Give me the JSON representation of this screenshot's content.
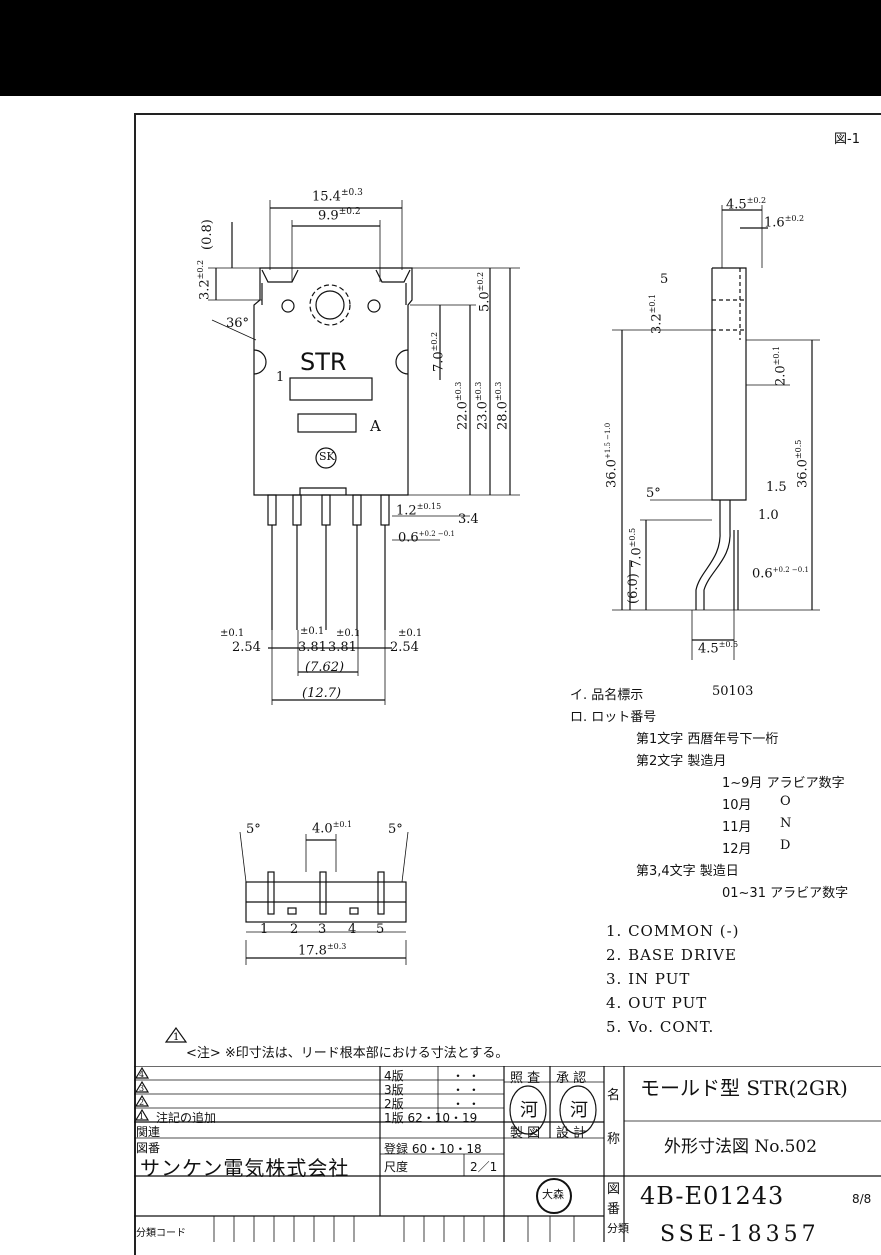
{
  "figure_label": "図-1",
  "front_view": {
    "marking": "STR",
    "mark_a": "A",
    "logo": "SK",
    "pin_one": "1",
    "dims": {
      "width_total": "15.4",
      "width_total_tol": "±0.3",
      "width_inner": "9.9",
      "width_inner_tol": "±0.2",
      "top_08": "(0.8)",
      "top_32": "3.2",
      "top_32_tol": "±0.2",
      "angle": "36°",
      "h_70": "7.0",
      "h_70_tol": "±0.2",
      "h_50": "5.0",
      "h_50_tol": "±0.2",
      "h_220": "22.0",
      "h_220_tol": "±0.3",
      "h_230": "23.0",
      "h_230_tol": "±0.3",
      "h_280": "28.0",
      "h_280_tol": "±0.3",
      "lead_12": "1.2",
      "lead_12_tol": "±0.15",
      "lead_34": "3.4",
      "lead_06": "0.6",
      "lead_06_tol": "+0.2 −0.1",
      "pitch_tol": "±0.1",
      "pitch_254": "2.54",
      "pitch_381": "3.81",
      "pitch_762": "(7.62)",
      "pitch_127": "(12.7)"
    }
  },
  "side_view": {
    "dims": {
      "w_45": "4.5",
      "w_45_tol": "±0.2",
      "w_16": "1.6",
      "w_16_tol": "±0.2",
      "d_5": "5",
      "d_32": "3.2",
      "d_32_tol": "±0.1",
      "d_20": "2.0",
      "d_20_tol": "±0.1",
      "h_360_l": "36.0",
      "h_360_l_tol": "+1.5 −1.0",
      "h_360_r": "36.0",
      "h_360_r_tol": "±0.5",
      "angle_5": "5°",
      "d_15": "1.5",
      "d_10": "1.0",
      "h_70": "7.0",
      "h_70_tol": "±0.5",
      "h_60": "(6.0)",
      "t_06": "0.6",
      "t_06_tol": "+0.2 −0.1",
      "b_45": "4.5",
      "b_45_tol": "±0.5"
    }
  },
  "bottom_view": {
    "angle_left": "5°",
    "angle_right": "5°",
    "pitch": "4.0",
    "pitch_tol": "±0.1",
    "width": "17.8",
    "width_tol": "±0.3",
    "pins": [
      "1",
      "2",
      "3",
      "4",
      "5"
    ]
  },
  "notes": {
    "item_i": "イ. 品名標示",
    "item_i_value": "50103",
    "item_ro": "ロ. ロット番号",
    "char1": "第1文字  西暦年号下一桁",
    "char2": "第2文字  製造月",
    "months_1_9": "1~9月  アラビア数字",
    "m10": "10月",
    "m10_code": "O",
    "m11": "11月",
    "m11_code": "N",
    "m12": "12月",
    "m12_code": "D",
    "char34": "第3,4文字  製造日",
    "days": "01~31  アラビア数字"
  },
  "pin_list": [
    "1. COMMON (-)",
    "2. BASE DRIVE",
    "3. IN PUT",
    "4. OUT PUT",
    "5. Vo. CONT."
  ],
  "footnote": "<注> ※印寸法は、リード根本部における寸法とする。",
  "title_block": {
    "rev4": "4",
    "rev3": "3",
    "rev2": "2",
    "rev1": "1",
    "rev1_note": "注記の追加",
    "ed4": "4版",
    "ed3": "3版",
    "ed2": "2版",
    "ed1": "1版  62・10・19",
    "ditto": "・  ・",
    "shosa": "照 査",
    "shonin": "承 認",
    "seizu": "製 図",
    "sekkei": "設 計",
    "kanren": "関連",
    "zuban_label": "図番",
    "company": "サンケン電気株式会社",
    "registered": "登録 60・10・18",
    "scale_label": "尺度",
    "scale": "2／1",
    "stamp_a": "河",
    "stamp_b": "河",
    "stamp_c": "大森",
    "name_label_1": "名",
    "name_label_2": "称",
    "zu_label_1": "図",
    "zu_label_2": "番",
    "bun_label": "分類",
    "product": "モールド型  STR(2GR)",
    "drawing_title": "外形寸法図    No.502",
    "drawing_no": "4B-E01243",
    "sheet": "8/8",
    "class_code_label": "分類コード",
    "bottom_code": "SSE-18357"
  }
}
